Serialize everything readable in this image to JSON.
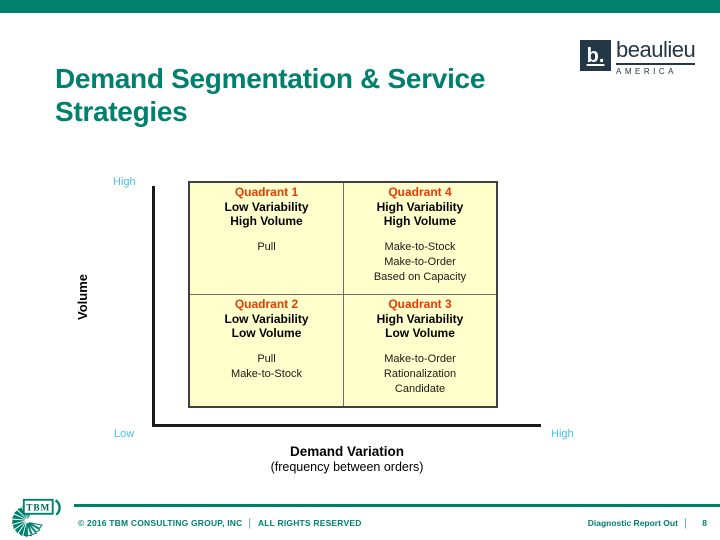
{
  "colors": {
    "teal": "#00806E",
    "navy": "#243746",
    "quadrant-bg": "#FFFFCC",
    "quadrant-title": "#F03800",
    "axis-label-blue": "#45C2F0",
    "axis-line": "#1A1A1A"
  },
  "header": {
    "title": "Demand Segmentation & Service Strategies"
  },
  "beaulieu_logo": {
    "mark": "b.",
    "name": "beaulieu",
    "region": "AMERICA"
  },
  "chart": {
    "y_axis": {
      "label": "Volume",
      "top": "High",
      "bottom": "Low"
    },
    "x_axis": {
      "label": "Demand Variation",
      "sublabel": "(frequency between orders)",
      "right": "High"
    },
    "quadrants": [
      {
        "title": "Quadrant 1",
        "variability": "Low Variability",
        "volume": "High Volume",
        "strategies": [
          "Pull"
        ]
      },
      {
        "title": "Quadrant 4",
        "variability": "High Variability",
        "volume": "High Volume",
        "strategies": [
          "Make-to-Stock",
          "Make-to-Order",
          "Based on Capacity"
        ]
      },
      {
        "title": "Quadrant 2",
        "variability": "Low Variability",
        "volume": "Low Volume",
        "strategies": [
          "Pull",
          "Make-to-Stock"
        ]
      },
      {
        "title": "Quadrant 3",
        "variability": "High Variability",
        "volume": "Low Volume",
        "strategies": [
          "Make-to-Order",
          "Rationalization",
          "Candidate"
        ]
      }
    ]
  },
  "footer": {
    "tbm_label": "TBM",
    "copyright": "© 2016 TBM CONSULTING GROUP, INC",
    "separator": "│",
    "rights": "ALL RIGHTS RESERVED",
    "report_label": "Diagnostic Report Out",
    "page_number": "8"
  }
}
